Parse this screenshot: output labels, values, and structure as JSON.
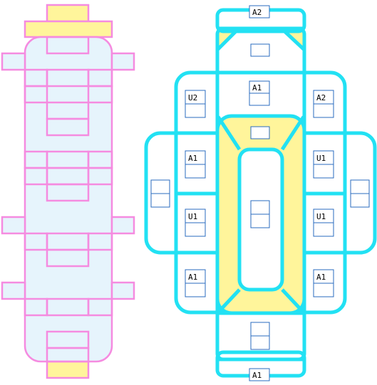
{
  "colors": {
    "left_outline": "#f58be0",
    "left_fill": "#e6f4fc",
    "right_outline": "#22e1f3",
    "accent_fill": "#fff59b",
    "label_box": "#2a6bbf",
    "caption": "#cc0000"
  },
  "labels": {
    "top": "A2",
    "bottom": "A1",
    "center_top": "A1",
    "upper_left": "U2",
    "upper_right": "A2",
    "mid_left": "A1",
    "mid_right": "U1",
    "center_left": "U1",
    "center_right": "U1",
    "lower_left": "A1",
    "lower_right": "A1"
  },
  "caption": ""
}
